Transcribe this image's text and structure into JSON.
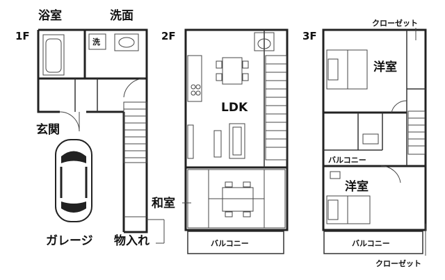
{
  "floors": {
    "f1": {
      "floor_label": "1F",
      "bath_label": "浴室",
      "washroom_label": "洗面",
      "wash_machine_label": "洗",
      "entrance_label": "玄関",
      "garage_label": "ガレージ",
      "storage_label": "物入れ"
    },
    "f2": {
      "floor_label": "2F",
      "ldk_label": "LDK",
      "japanese_room_label": "和室",
      "balcony_label": "バルコニー"
    },
    "f3": {
      "floor_label": "3F",
      "closet_top_label": "クローゼット",
      "western_room_top_label": "洋室",
      "inner_balcony_label": "バルコニー",
      "western_room_bottom_label": "洋室",
      "balcony_label": "バルコニー",
      "closet_bottom_label": "クローゼット"
    }
  }
}
